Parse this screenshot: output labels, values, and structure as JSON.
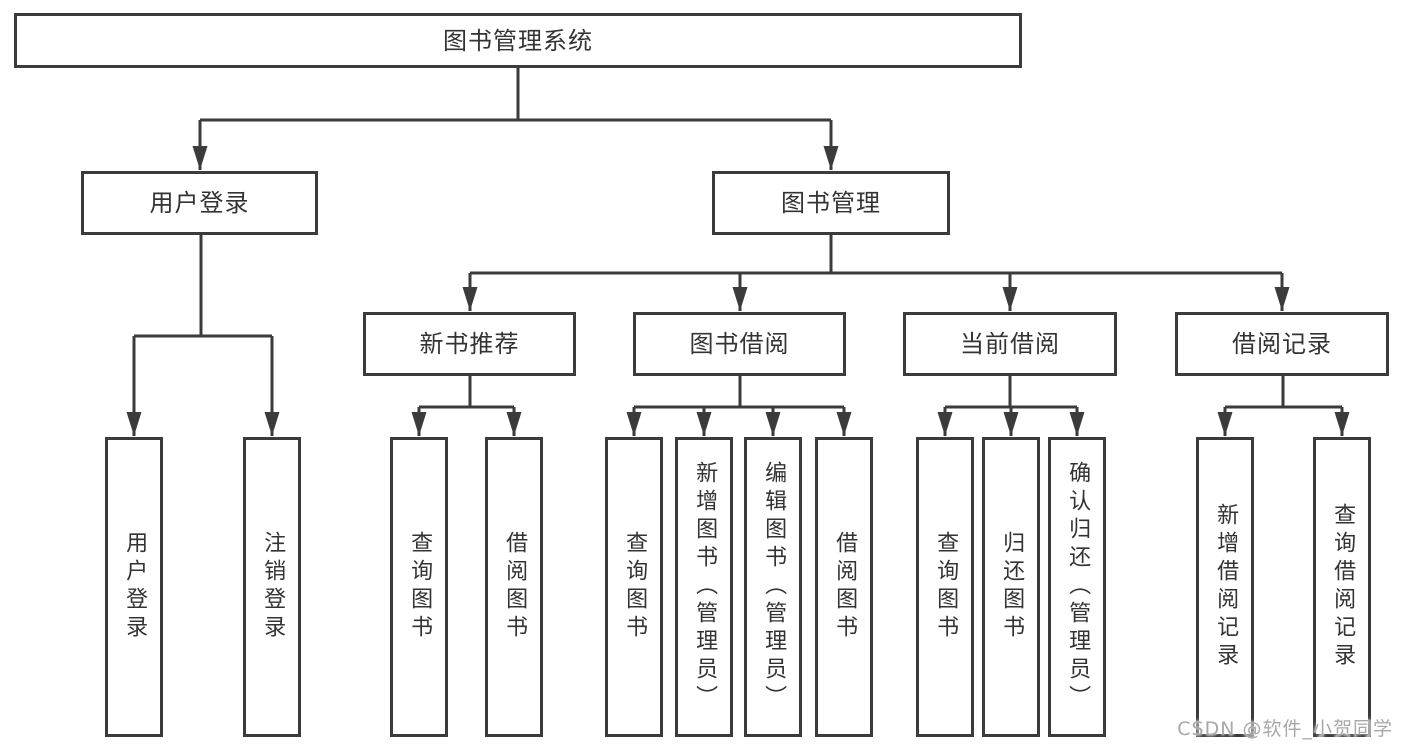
{
  "tree": {
    "label": "图书管理系统",
    "children": [
      {
        "label": "用户登录",
        "children": [
          {
            "label": "用户登录"
          },
          {
            "label": "注销登录"
          }
        ]
      },
      {
        "label": "图书管理",
        "children": [
          {
            "label": "新书推荐",
            "children": [
              {
                "label": "查询图书"
              },
              {
                "label": "借阅图书"
              }
            ]
          },
          {
            "label": "图书借阅",
            "children": [
              {
                "label": "查询图书"
              },
              {
                "label": "新增图书（管理员）"
              },
              {
                "label": "编辑图书（管理员）"
              },
              {
                "label": "借阅图书"
              }
            ]
          },
          {
            "label": "当前借阅",
            "children": [
              {
                "label": "查询图书"
              },
              {
                "label": "归还图书"
              },
              {
                "label": "确认归还（管理员）"
              }
            ]
          },
          {
            "label": "借阅记录",
            "children": [
              {
                "label": "新增借阅记录"
              },
              {
                "label": "查询借阅记录"
              }
            ]
          }
        ]
      }
    ]
  },
  "watermark": {
    "text": "CSDN @软件_小贺同学"
  },
  "colors": {
    "line": "#3b3b3b",
    "box_border": "#3b3b3b",
    "box_fill": "#ffffff",
    "label_text": "#333333",
    "watermark_text": "#a8a8a8",
    "background": "#ffffff"
  }
}
